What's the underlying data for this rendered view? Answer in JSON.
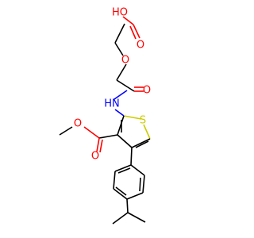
{
  "molecule": {
    "atoms": [
      {
        "id": "o_hydroxyl",
        "label": "HO",
        "color": "#ff0000"
      },
      {
        "id": "o_acid_carbonyl",
        "label": "O",
        "color": "#ff0000"
      },
      {
        "id": "o_ether",
        "label": "O",
        "color": "#ff0000"
      },
      {
        "id": "o_amide_carbonyl",
        "label": "O",
        "color": "#ff0000"
      },
      {
        "id": "n_amide",
        "label": "HN",
        "color": "#0000ff"
      },
      {
        "id": "s_thiophene",
        "label": "S",
        "color": "#cccc00"
      },
      {
        "id": "o_ester_ether",
        "label": "O",
        "color": "#ff0000"
      },
      {
        "id": "o_ester_carbonyl",
        "label": "O",
        "color": "#ff0000"
      }
    ]
  }
}
